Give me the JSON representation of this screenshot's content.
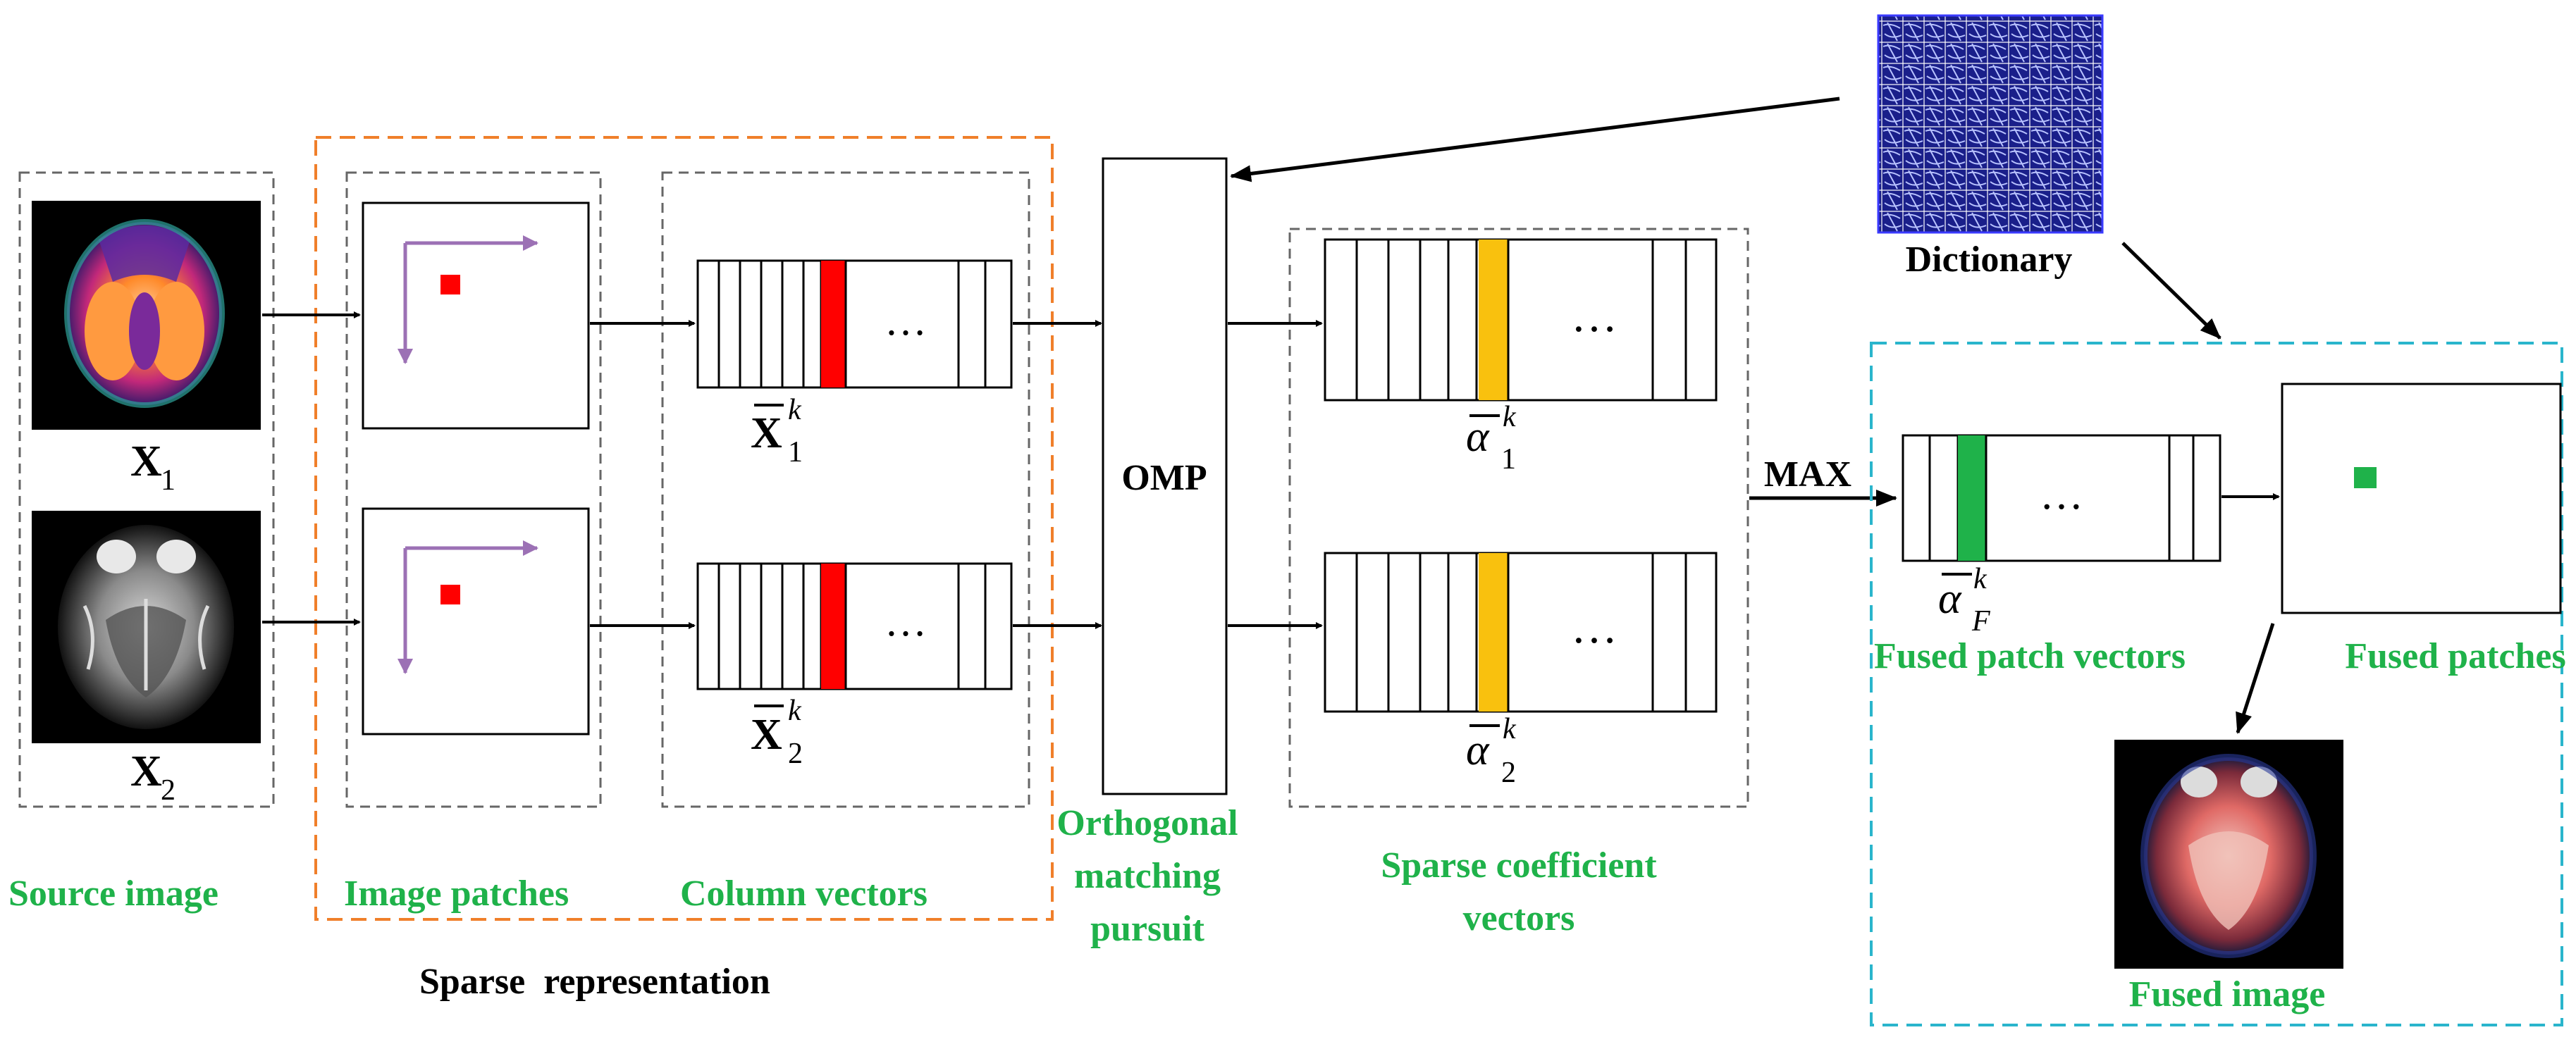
{
  "labels": {
    "source_image": "Source image",
    "image_patches": "Image patches",
    "column_vectors": "Column vectors",
    "sparse_representation": "Sparse  representation",
    "omp": "OMP",
    "omp_caption_1": "Orthogonal",
    "omp_caption_2": "matching",
    "omp_caption_3": "pursuit",
    "sparse_coeff_1": "Sparse coefficient",
    "sparse_coeff_2": "vectors",
    "dictionary": "Dictionary",
    "max": "MAX",
    "fused_patch_vectors": "Fused patch vectors",
    "fused_patches": "Fused patches",
    "fused_image": "Fused image",
    "ellipsis": "…"
  },
  "math": {
    "x1_base": "X",
    "x1_sub": "1",
    "x2_base": "X",
    "x2_sub": "2",
    "xk_base": "X",
    "xk_sup": "k",
    "xk1_sub": "1",
    "xk2_sub": "2",
    "alpha_base": "α",
    "alpha_sup": "k",
    "alpha1_sub": "1",
    "alpha2_sub": "2",
    "alphaF_sub": "F"
  },
  "colors": {
    "label_green": "#1fb24a",
    "orange_frame": "#f07f2a",
    "cyan_frame": "#2ab5cc",
    "patch_red": "#ff0000",
    "coeff_yellow": "#f9c10e",
    "fused_green": "#1fb24a",
    "patch_arrow_purple": "#9c71b5"
  },
  "icons": {
    "mri_pet": "pet-brain-scan-icon",
    "mri_t2": "mri-brain-scan-icon",
    "dictionary": "dictionary-atoms-grid-icon",
    "fused": "fused-brain-scan-icon"
  }
}
